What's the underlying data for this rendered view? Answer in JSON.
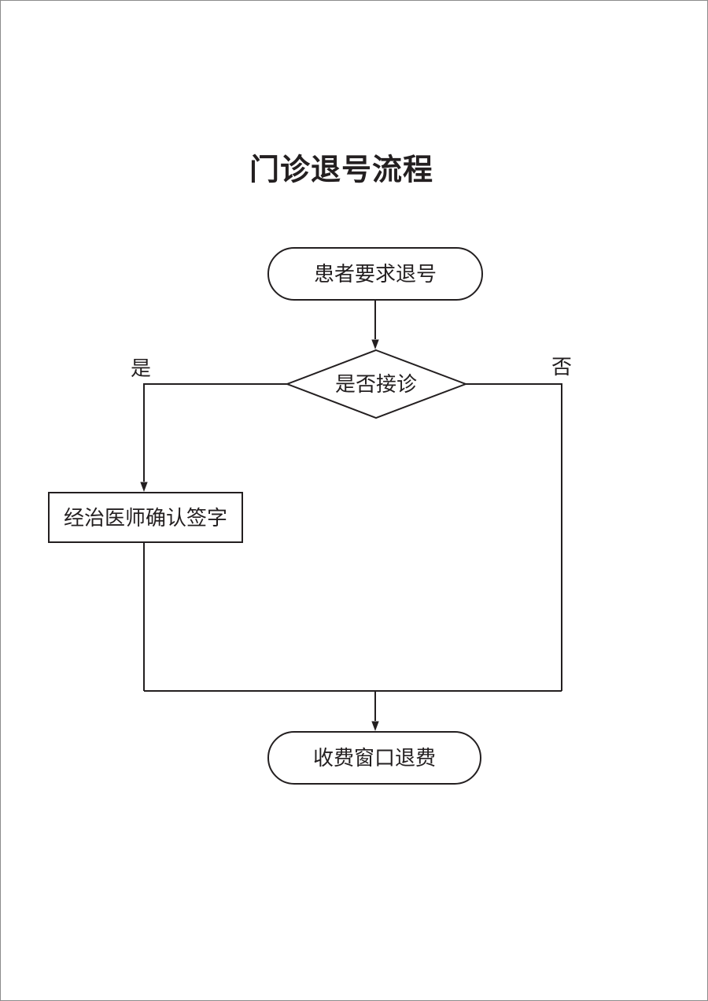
{
  "page": {
    "background_color": "#ffffff",
    "border_color": "#8c8c8c",
    "ink_color": "#231f20"
  },
  "diagram": {
    "title": "门诊退号流程",
    "nodes": {
      "start": {
        "type": "terminator",
        "label": "患者要求退号"
      },
      "decision": {
        "type": "decision",
        "label": "是否接诊"
      },
      "process": {
        "type": "process",
        "label": "经治医师确认签字"
      },
      "end": {
        "type": "terminator",
        "label": "收费窗口退费"
      }
    },
    "branches": {
      "yes_label": "是",
      "no_label": "否"
    },
    "edges": [
      {
        "from": "start",
        "to": "decision",
        "label": ""
      },
      {
        "from": "decision",
        "to": "process",
        "label": "是"
      },
      {
        "from": "decision",
        "to": "end",
        "label": "否"
      },
      {
        "from": "process",
        "to": "end",
        "label": ""
      }
    ]
  }
}
